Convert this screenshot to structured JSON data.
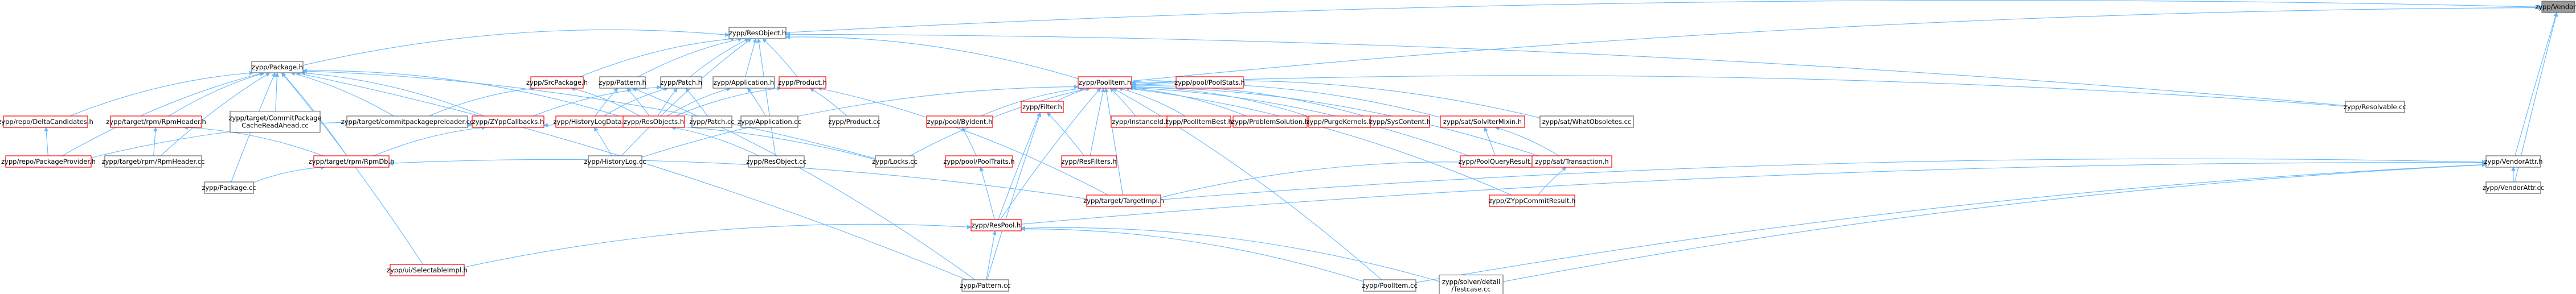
{
  "diagram": {
    "colors": {
      "edge": "#63b8ff",
      "node_fill": "#ffffff",
      "focus_fill": "#999999",
      "border_documented": "#666666",
      "border_undocumented": "#ff0000"
    },
    "nodes": [
      {
        "id": "vendor_h",
        "lines": [
          "zypp/Vendor.h"
        ],
        "style": "focus"
      },
      {
        "id": "resobject_h",
        "lines": [
          "zypp/ResObject.h"
        ],
        "style": "documented"
      },
      {
        "id": "poolitem_h",
        "lines": [
          "zypp/PoolItem.h"
        ],
        "style": "undocumented"
      },
      {
        "id": "poolstats_h",
        "lines": [
          "zypp/pool/PoolStats.h"
        ],
        "style": "undocumented"
      },
      {
        "id": "vendorattr_h",
        "lines": [
          "zypp/VendorAttr.h"
        ],
        "style": "documented"
      },
      {
        "id": "vendorattr_cc",
        "lines": [
          "zypp/VendorAttr.cc"
        ],
        "style": "documented"
      },
      {
        "id": "package_h",
        "lines": [
          "zypp/Package.h"
        ],
        "style": "documented"
      },
      {
        "id": "srcpackage_h",
        "lines": [
          "zypp/SrcPackage.h"
        ],
        "style": "undocumented"
      },
      {
        "id": "pattern_h",
        "lines": [
          "zypp/Pattern.h"
        ],
        "style": "documented"
      },
      {
        "id": "patch_h",
        "lines": [
          "zypp/Patch.h"
        ],
        "style": "documented"
      },
      {
        "id": "application_h",
        "lines": [
          "zypp/Application.h"
        ],
        "style": "documented"
      },
      {
        "id": "product_h",
        "lines": [
          "zypp/Product.h"
        ],
        "style": "undocumented"
      },
      {
        "id": "resolvable_cc",
        "lines": [
          "zypp/Resolvable.cc"
        ],
        "style": "documented"
      },
      {
        "id": "deltacandidates_h",
        "lines": [
          "zypp/repo/DeltaCandidates.h"
        ],
        "style": "undocumented"
      },
      {
        "id": "rpmheader_h",
        "lines": [
          "zypp/target/rpm/RpmHeader.h"
        ],
        "style": "undocumented"
      },
      {
        "id": "commitpackage_h",
        "lines": [
          "zypp/target/CommitPackage",
          "CacheReadAhead.cc"
        ],
        "style": "documented"
      },
      {
        "id": "commitpackagepreloader_cc",
        "lines": [
          "zypp/target/commitpackagepreloader.cc"
        ],
        "style": "documented"
      },
      {
        "id": "zyppcallbacks_h",
        "lines": [
          "zypp/ZYppCallbacks.h"
        ],
        "style": "undocumented"
      },
      {
        "id": "historylogdata_h",
        "lines": [
          "zypp/HistoryLogData.h"
        ],
        "style": "undocumented"
      },
      {
        "id": "resobjects_h",
        "lines": [
          "zypp/ResObjects.h"
        ],
        "style": "undocumented"
      },
      {
        "id": "patch_cc",
        "lines": [
          "zypp/Patch.cc"
        ],
        "style": "documented"
      },
      {
        "id": "application_cc",
        "lines": [
          "zypp/Application.cc"
        ],
        "style": "documented"
      },
      {
        "id": "product_cc",
        "lines": [
          "zypp/Product.cc"
        ],
        "style": "documented"
      },
      {
        "id": "byident_h",
        "lines": [
          "zypp/pool/ByIdent.h"
        ],
        "style": "undocumented"
      },
      {
        "id": "filter_h",
        "lines": [
          "zypp/Filter.h"
        ],
        "style": "undocumented"
      },
      {
        "id": "instanceid_h",
        "lines": [
          "zypp/InstanceId.h"
        ],
        "style": "undocumented"
      },
      {
        "id": "poolitembest_h",
        "lines": [
          "zypp/PoolItemBest.h"
        ],
        "style": "undocumented"
      },
      {
        "id": "problemsolution_h",
        "lines": [
          "zypp/ProblemSolution.h"
        ],
        "style": "undocumented"
      },
      {
        "id": "purgekernels_h",
        "lines": [
          "zypp/PurgeKernels.h"
        ],
        "style": "undocumented"
      },
      {
        "id": "syscontent_h",
        "lines": [
          "zypp/SysContent.h"
        ],
        "style": "undocumented"
      },
      {
        "id": "solvematrix_h",
        "lines": [
          "zypp/sat/SolvIterMixin.h"
        ],
        "style": "undocumented"
      },
      {
        "id": "whatobsoletes_cc",
        "lines": [
          "zypp/sat/WhatObsoletes.cc"
        ],
        "style": "documented"
      },
      {
        "id": "packageprovider_h",
        "lines": [
          "zypp/repo/PackageProvider.h"
        ],
        "style": "undocumented"
      },
      {
        "id": "rpmheader_cc",
        "lines": [
          "zypp/target/rpm/RpmHeader.cc"
        ],
        "style": "documented"
      },
      {
        "id": "rpmdb_h",
        "lines": [
          "zypp/target/rpm/RpmDb.h"
        ],
        "style": "undocumented"
      },
      {
        "id": "historylog_cc",
        "lines": [
          "zypp/HistoryLog.cc"
        ],
        "style": "documented"
      },
      {
        "id": "locks_cc",
        "lines": [
          "zypp/Locks.cc"
        ],
        "style": "documented"
      },
      {
        "id": "resobject_cc",
        "lines": [
          "zypp/ResObject.cc"
        ],
        "style": "documented"
      },
      {
        "id": "pooltraits_h",
        "lines": [
          "zypp/pool/PoolTraits.h"
        ],
        "style": "undocumented"
      },
      {
        "id": "resfilters_h",
        "lines": [
          "zypp/ResFilters.h"
        ],
        "style": "undocumented"
      },
      {
        "id": "poolqueryresult_h",
        "lines": [
          "zypp/PoolQueryResult.h"
        ],
        "style": "undocumented"
      },
      {
        "id": "transaction_h",
        "lines": [
          "zypp/sat/Transaction.h"
        ],
        "style": "undocumented"
      },
      {
        "id": "package_cc",
        "lines": [
          "zypp/Package.cc"
        ],
        "style": "documented"
      },
      {
        "id": "targetimpl_h",
        "lines": [
          "zypp/target/TargetImpl.h"
        ],
        "style": "undocumented"
      },
      {
        "id": "zyppcommitresult_h",
        "lines": [
          "zypp/ZYppCommitResult.h"
        ],
        "style": "undocumented"
      },
      {
        "id": "respool_h",
        "lines": [
          "zypp/ResPool.h"
        ],
        "style": "undocumented"
      },
      {
        "id": "selectableimpl_h",
        "lines": [
          "zypp/ui/SelectableImpl.h"
        ],
        "style": "undocumented"
      },
      {
        "id": "pattern_cc",
        "lines": [
          "zypp/Pattern.cc"
        ],
        "style": "documented"
      },
      {
        "id": "poolitem_cc",
        "lines": [
          "zypp/PoolItem.cc"
        ],
        "style": "documented"
      },
      {
        "id": "testcase_cc",
        "lines": [
          "zypp/solver/detail",
          "/Testcase.cc"
        ],
        "style": "documented"
      }
    ],
    "edges": [
      [
        "resobject_h",
        "vendor_h"
      ],
      [
        "poolitem_h",
        "vendor_h"
      ],
      [
        "vendorattr_h",
        "vendor_h"
      ],
      [
        "vendorattr_cc",
        "vendor_h"
      ],
      [
        "package_h",
        "resobject_h"
      ],
      [
        "srcpackage_h",
        "resobject_h"
      ],
      [
        "pattern_h",
        "resobject_h"
      ],
      [
        "patch_h",
        "resobject_h"
      ],
      [
        "application_h",
        "resobject_h"
      ],
      [
        "product_h",
        "resobject_h"
      ],
      [
        "poolitem_h",
        "resobject_h"
      ],
      [
        "resolvable_cc",
        "resobject_h"
      ],
      [
        "resobject_cc",
        "resobject_h"
      ],
      [
        "historylog_cc",
        "resobject_h"
      ],
      [
        "deltacandidates_h",
        "package_h"
      ],
      [
        "rpmheader_h",
        "package_h"
      ],
      [
        "commitpackage_h",
        "package_h"
      ],
      [
        "commitpackagepreloader_cc",
        "package_h"
      ],
      [
        "zyppcallbacks_h",
        "package_h"
      ],
      [
        "resobjects_h",
        "package_h"
      ],
      [
        "package_cc",
        "package_h"
      ],
      [
        "packageprovider_h",
        "package_h"
      ],
      [
        "rpmheader_cc",
        "package_h"
      ],
      [
        "rpmdb_h",
        "package_h"
      ],
      [
        "locks_cc",
        "package_h"
      ],
      [
        "pattern_cc",
        "package_h"
      ],
      [
        "selectableimpl_h",
        "package_h"
      ],
      [
        "commitpackagepreloader_cc",
        "srcpackage_h"
      ],
      [
        "resobjects_h",
        "srcpackage_h"
      ],
      [
        "resobjects_h",
        "pattern_h"
      ],
      [
        "historylogdata_h",
        "pattern_h"
      ],
      [
        "pattern_cc",
        "pattern_h"
      ],
      [
        "resobjects_h",
        "patch_h"
      ],
      [
        "patch_cc",
        "patch_h"
      ],
      [
        "historylogdata_h",
        "patch_h"
      ],
      [
        "zyppcallbacks_h",
        "patch_h"
      ],
      [
        "resobjects_h",
        "application_h"
      ],
      [
        "application_cc",
        "application_h"
      ],
      [
        "resobjects_h",
        "product_h"
      ],
      [
        "product_cc",
        "product_h"
      ],
      [
        "targetimpl_h",
        "product_h"
      ],
      [
        "packageprovider_h",
        "deltacandidates_h"
      ],
      [
        "rpmheader_cc",
        "rpmheader_h"
      ],
      [
        "rpmdb_h",
        "rpmheader_h"
      ],
      [
        "rpmdb_h",
        "zyppcallbacks_h"
      ],
      [
        "locks_cc",
        "zyppcallbacks_h"
      ],
      [
        "packageprovider_h",
        "zyppcallbacks_h"
      ],
      [
        "historylog_cc",
        "historylogdata_h"
      ],
      [
        "resobject_cc",
        "resobjects_h"
      ],
      [
        "package_cc",
        "rpmdb_h"
      ],
      [
        "targetimpl_h",
        "rpmdb_h"
      ],
      [
        "poolstats_h",
        "poolitem_h"
      ],
      [
        "byident_h",
        "poolitem_h"
      ],
      [
        "filter_h",
        "poolitem_h"
      ],
      [
        "instanceid_h",
        "poolitem_h"
      ],
      [
        "poolitembest_h",
        "poolitem_h"
      ],
      [
        "problemsolution_h",
        "poolitem_h"
      ],
      [
        "purgekernels_h",
        "poolitem_h"
      ],
      [
        "syscontent_h",
        "poolitem_h"
      ],
      [
        "solvematrix_h",
        "poolitem_h"
      ],
      [
        "whatobsoletes_cc",
        "poolitem_h"
      ],
      [
        "resolvable_cc",
        "poolitem_h"
      ],
      [
        "poolitem_cc",
        "poolitem_h"
      ],
      [
        "respool_h",
        "poolitem_h"
      ],
      [
        "locks_cc",
        "poolitem_h"
      ],
      [
        "historylog_cc",
        "poolitem_h"
      ],
      [
        "resfilters_h",
        "poolitem_h"
      ],
      [
        "targetimpl_h",
        "poolitem_h"
      ],
      [
        "transaction_h",
        "poolitem_h"
      ],
      [
        "zyppcommitresult_h",
        "poolitem_h"
      ],
      [
        "poolqueryresult_h",
        "poolitem_h"
      ],
      [
        "pooltraits_h",
        "byident_h"
      ],
      [
        "resfilters_h",
        "filter_h"
      ],
      [
        "respool_h",
        "filter_h"
      ],
      [
        "pattern_cc",
        "filter_h"
      ],
      [
        "respool_h",
        "pooltraits_h"
      ],
      [
        "poolqueryresult_h",
        "solvematrix_h"
      ],
      [
        "transaction_h",
        "solvematrix_h"
      ],
      [
        "zyppcommitresult_h",
        "transaction_h"
      ],
      [
        "targetimpl_h",
        "transaction_h"
      ],
      [
        "targetimpl_h",
        "vendorattr_h"
      ],
      [
        "respool_h",
        "vendorattr_h"
      ],
      [
        "poolitem_cc",
        "vendorattr_h"
      ],
      [
        "testcase_cc",
        "vendorattr_h"
      ],
      [
        "vendorattr_cc",
        "vendorattr_h"
      ],
      [
        "selectableimpl_h",
        "respool_h"
      ],
      [
        "pattern_cc",
        "respool_h"
      ],
      [
        "poolitem_cc",
        "respool_h"
      ],
      [
        "testcase_cc",
        "respool_h"
      ]
    ]
  }
}
